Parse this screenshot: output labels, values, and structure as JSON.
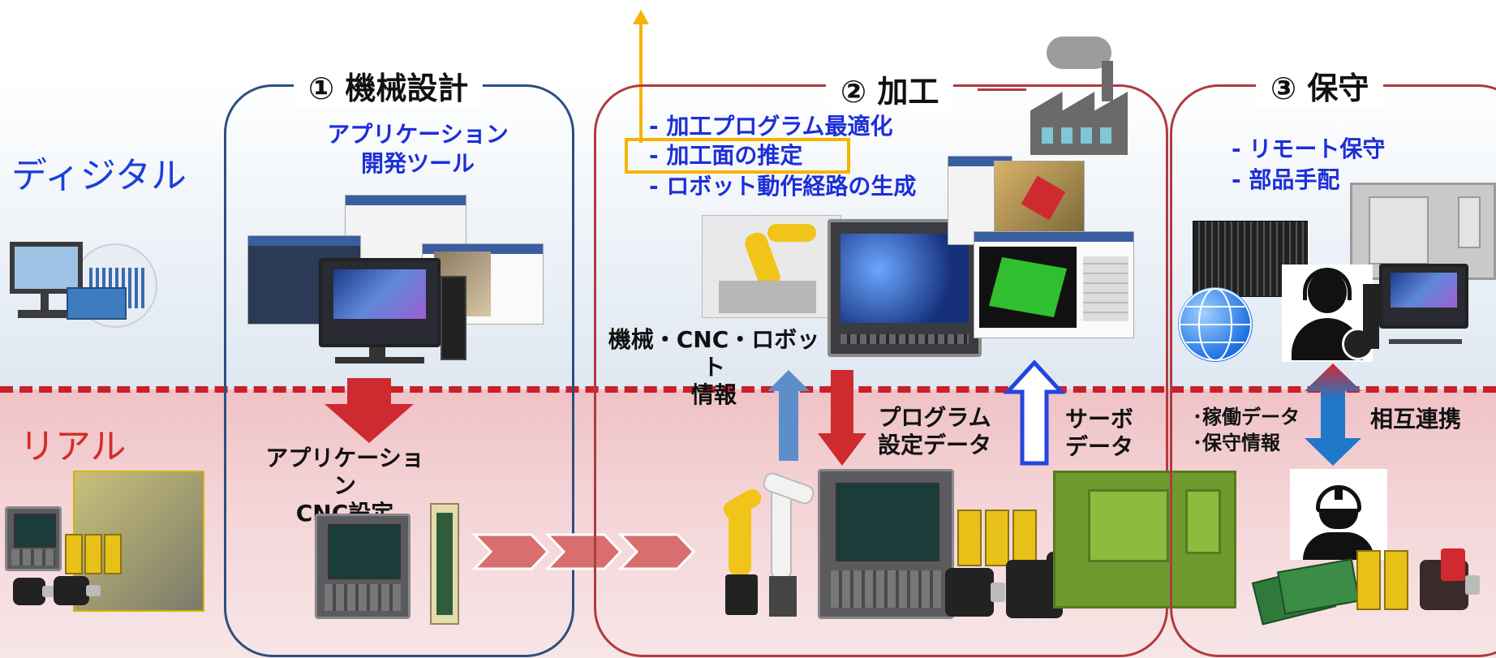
{
  "side": {
    "digital": "ディジタル",
    "real": "リアル"
  },
  "phase1": {
    "title": "① 機械設計",
    "tool_label": "アプリケーション\n開発ツール",
    "settings_label": "アプリケーション\nCNC設定"
  },
  "phase2": {
    "title": "② 加工",
    "items": [
      "- 加工プログラム最適化",
      "- 加工面の推定",
      "- ロボット動作経路の生成"
    ],
    "highlighted_index": 1,
    "machine_info": "機械・CNC・ロボット\n情報",
    "program_data": "プログラム\n設定データ",
    "servo_data": "サーボ\nデータ"
  },
  "phase3": {
    "title": "③ 保守",
    "items": [
      "- リモート保守",
      "- 部品手配"
    ],
    "data_labels": "･稼働データ\n･保守情報",
    "mutual": "相互連携"
  },
  "colors": {
    "phase1_border": "#2d4f82",
    "phase_border": "#b13a3f",
    "digital_text": "#1c3fd8",
    "real_text": "#d52b2b",
    "highlight_box": "#f5b400",
    "down_arrow": "#cf2a2f",
    "up_arrow": "#5c8fc9",
    "servo_arrow": "#2246e0",
    "chevron": "#d96e6e",
    "mutual_arrow": "#1f78c9"
  },
  "icons": [
    "computer-cnc-icon",
    "factory-icon",
    "globe-icon",
    "support-operator-icon",
    "worker-helmet-icon"
  ]
}
